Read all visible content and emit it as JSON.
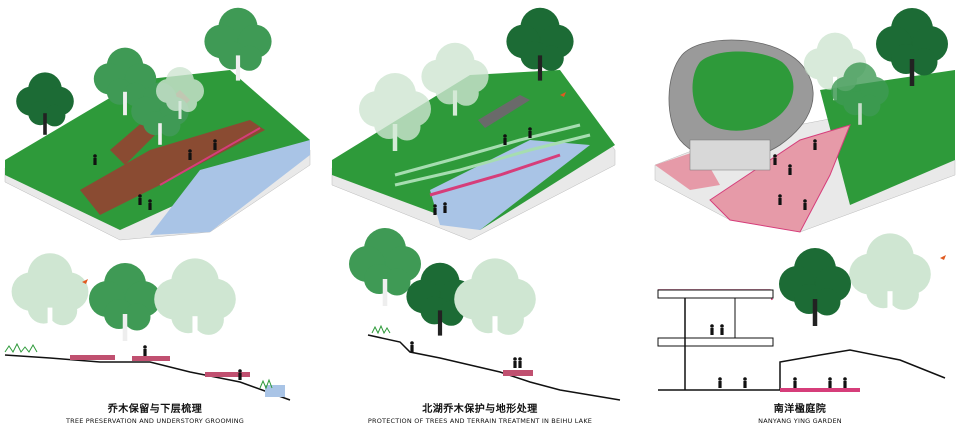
{
  "panels": [
    {
      "title_cn": "乔木保留与下层梳理",
      "title_en": "TREE PRESERVATION AND UNDERSTORY GROOMING"
    },
    {
      "title_cn": "北湖乔木保护与地形处理",
      "title_en": "PROTECTION OF TREES AND TERRAIN TREATMENT IN BEIHU LAKE"
    },
    {
      "title_cn": "南洋楹庭院",
      "title_en": "NANYANG YING GARDEN"
    }
  ],
  "colors": {
    "grass": "#2e9a3a",
    "grass_dark": "#1f7a2c",
    "tree_dark": "#1c6b35",
    "tree_mid": "#3f9a55",
    "tree_light": "#cfe6d2",
    "deck": "#8a4b32",
    "pink": "#d63d7a",
    "water": "#a9c4e6",
    "plaza": "#e69aa8",
    "building": "#9a9a9a"
  }
}
